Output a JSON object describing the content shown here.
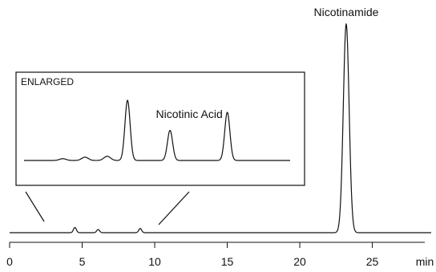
{
  "chart_data": [
    {
      "type": "line",
      "xlabel": "min",
      "xlim": [
        0,
        29.5
      ],
      "ticks": [
        {
          "value": 0,
          "label": "0"
        },
        {
          "value": 5,
          "label": "5"
        },
        {
          "value": 10,
          "label": "10"
        },
        {
          "value": 15,
          "label": "15"
        },
        {
          "value": 20,
          "label": "20"
        },
        {
          "value": 25,
          "label": "25"
        }
      ],
      "grid": false,
      "series": [
        {
          "peaks": [
            {
              "x": 4.5,
              "height": 0.025
            },
            {
              "x": 6.1,
              "height": 0.015
            },
            {
              "x": 9.0,
              "height": 0.02
            },
            {
              "x": 23.2,
              "height": 1.0,
              "label": "Nicotinamide"
            }
          ]
        }
      ]
    },
    {
      "type": "line",
      "title": "ENLARGED",
      "inset_of_range": [
        2.3,
        10.2
      ],
      "grid": false,
      "series": [
        {
          "peaks": [
            {
              "x": 5.05,
              "height": 0.03
            },
            {
              "x": 5.65,
              "height": 0.055
            },
            {
              "x": 6.25,
              "height": 0.07
            },
            {
              "x": 6.8,
              "height": 1.0
            },
            {
              "x": 7.95,
              "height": 0.5,
              "label": "Nicotinic Acid"
            },
            {
              "x": 9.5,
              "height": 0.8
            }
          ]
        }
      ]
    }
  ]
}
